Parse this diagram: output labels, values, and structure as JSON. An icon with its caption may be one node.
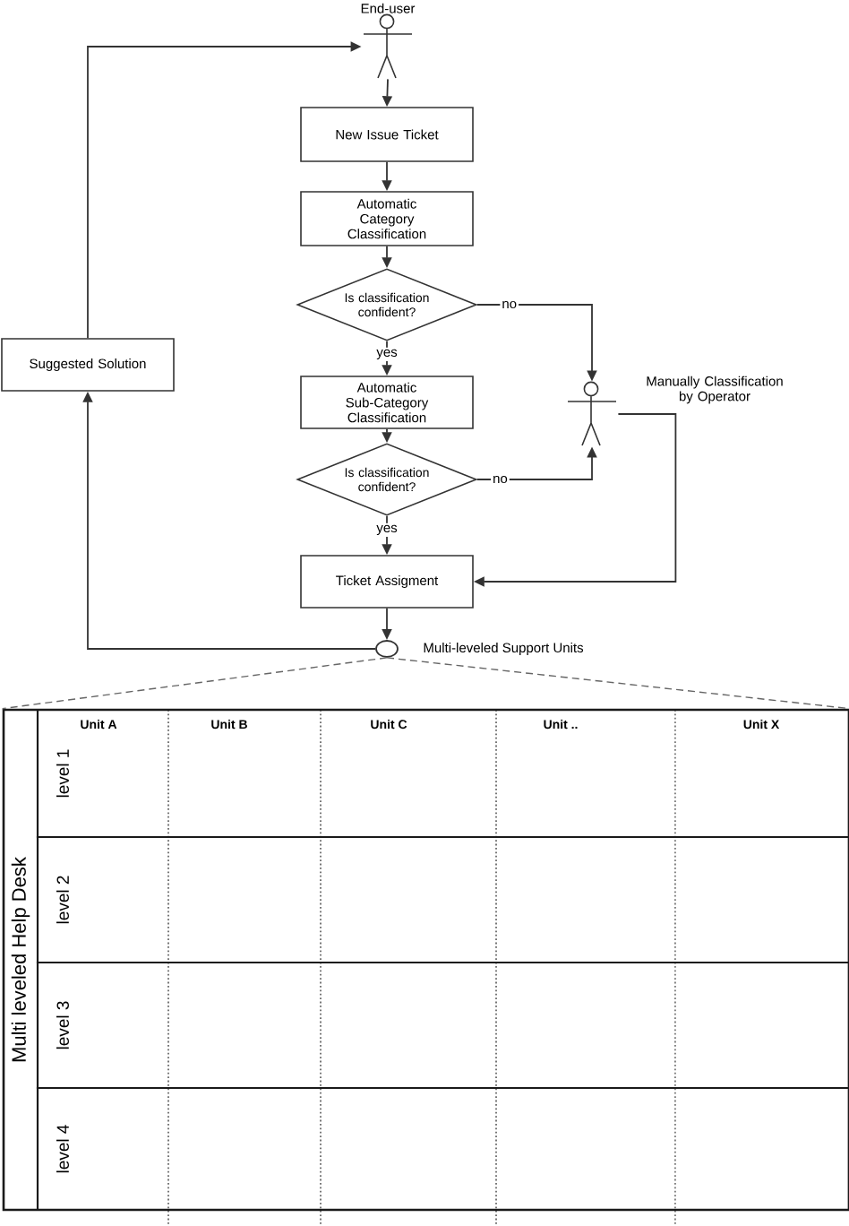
{
  "diagram": {
    "nodes": [
      {
        "text": [
          "End-user"
        ]
      },
      {
        "text": [
          "New Issue Ticket"
        ]
      },
      {
        "text": [
          "Automatic Category Classification"
        ]
      },
      {
        "text": [
          "Is classification confident?"
        ]
      },
      {
        "text": [
          "Automatic Sub-Category Classification"
        ]
      },
      {
        "text": [
          "Is classification confident?"
        ]
      },
      {
        "text": [
          "Ticket Assigment"
        ]
      },
      {
        "text": [
          "Manually Classification by Operator"
        ]
      },
      {
        "text": [
          "Suggested Solution"
        ]
      },
      {
        "text": [
          "Multi-leveled Support Units"
        ]
      },
      {
        "text": [
          "Multi leveled Help Desk"
        ]
      },
      {
        "text": [
          "level 1"
        ],
        "in": 10
      },
      {
        "text": [
          "level 2"
        ],
        "in": 10
      },
      {
        "text": [
          "level 3"
        ],
        "in": 10
      },
      {
        "text": [
          "level 4"
        ],
        "in": 10
      }
    ],
    "edges": [
      {
        "from": 0,
        "to": 1,
        "arrow": "to"
      },
      {
        "from": 1,
        "to": 2,
        "arrow": "to"
      },
      {
        "from": 2,
        "to": 3,
        "arrow": "to"
      },
      {
        "from": 3,
        "to": 4,
        "arrow": "to",
        "label": "yes"
      },
      {
        "from": 3,
        "to": 7,
        "arrow": "to",
        "label": "no"
      },
      {
        "from": 4,
        "to": 5,
        "arrow": "to"
      },
      {
        "from": 5,
        "to": 7,
        "arrow": "to",
        "label": "no"
      },
      {
        "from": 5,
        "to": 6,
        "arrow": "to",
        "label": "yes"
      },
      {
        "from": 7,
        "to": 6,
        "arrow": "to"
      },
      {
        "from": 6,
        "to": 9,
        "arrow": "to"
      },
      {
        "from": 9,
        "to": 8,
        "arrow": "to"
      },
      {
        "from": 8,
        "to": 0,
        "arrow": "to"
      },
      {
        "from": 9,
        "to": 10,
        "arrow": "none",
        "style": "dashed"
      },
      {
        "from": 9,
        "to": 10,
        "arrow": "none",
        "style": "dashed"
      }
    ],
    "labels": [
      "Unit A",
      "Unit B",
      "Unit C",
      "Unit ..",
      "Unit X"
    ]
  }
}
